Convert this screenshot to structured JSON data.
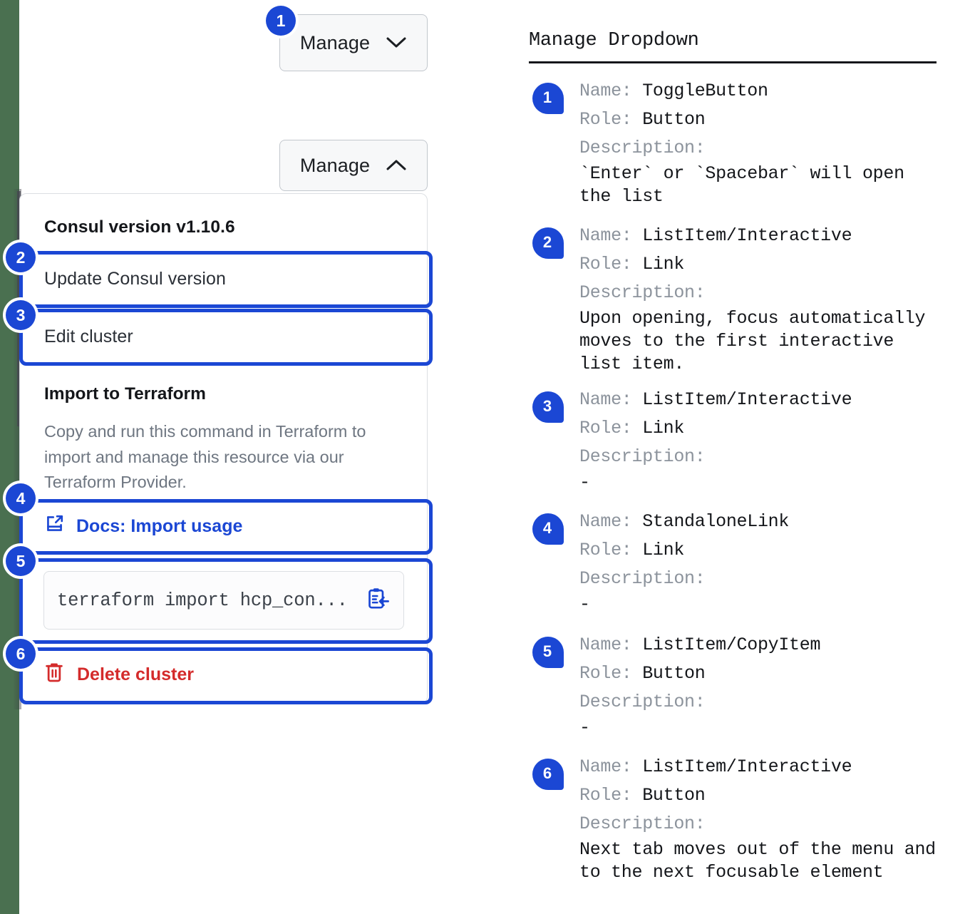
{
  "colors": {
    "accent_blue": "#1b47d4",
    "danger_red": "#d42b2b",
    "page_edge_green": "#4a7050",
    "muted_grey": "#6e7681",
    "panel_border": "#dcdfe3"
  },
  "left": {
    "toggle_closed": {
      "label": "Manage",
      "icon": "chevron-down-icon"
    },
    "toggle_open": {
      "label": "Manage",
      "icon": "chevron-up-icon"
    },
    "dropdown": {
      "version_header": "Consul version v1.10.6",
      "items": [
        {
          "label": "Update Consul version"
        },
        {
          "label": "Edit cluster"
        }
      ],
      "terraform": {
        "title": "Import to Terraform",
        "description": "Copy and run this command in Terraform to import and manage this resource via our Terraform Provider.",
        "docs_link": "Docs: Import usage",
        "docs_icon": "docs-external-link-icon",
        "command": "terraform import hcp_con...",
        "copy_icon": "copy-clipboard-icon"
      },
      "delete": {
        "label": "Delete cluster",
        "icon": "trash-icon"
      }
    },
    "badges": [
      "1",
      "2",
      "3",
      "4",
      "5",
      "6"
    ]
  },
  "right": {
    "title": "Manage Dropdown",
    "labels": {
      "name": "Name:",
      "role": "Role:",
      "description": "Description:"
    },
    "entries": [
      {
        "number": "1",
        "name": "ToggleButton",
        "role": "Button",
        "description": "`Enter` or `Spacebar` will open\nthe list"
      },
      {
        "number": "2",
        "name": "ListItem/Interactive",
        "role": "Link",
        "description": "Upon opening, focus automatically\nmoves to the first interactive\nlist item."
      },
      {
        "number": "3",
        "name": "ListItem/Interactive",
        "role": "Link",
        "description": "-"
      },
      {
        "number": "4",
        "name": "StandaloneLink",
        "role": "Link",
        "description": "-"
      },
      {
        "number": "5",
        "name": "ListItem/CopyItem",
        "role": "Button",
        "description": "-"
      },
      {
        "number": "6",
        "name": "ListItem/Interactive",
        "role": "Button",
        "description": "Next tab moves out of the menu and\nto the next focusable element"
      }
    ]
  }
}
